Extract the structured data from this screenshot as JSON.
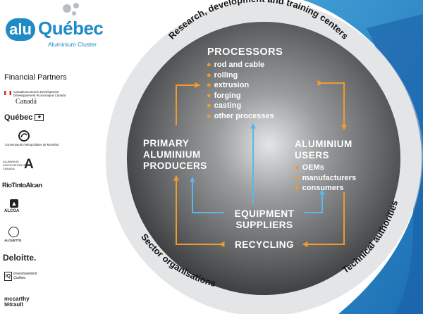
{
  "logo": {
    "mark": "alu",
    "name": "Québec",
    "subtitle": "Aluminium Cluster"
  },
  "partners": {
    "title": "Financial Partners",
    "logos": [
      {
        "text": "Canada Economic Development  Développement économique Canada",
        "icon": "canada-flag-icon"
      },
      {
        "text": "Canadä",
        "icon": ""
      },
      {
        "text": "Québec",
        "icon": "quebec-fleur-de-lis-icon"
      },
      {
        "text": "Communauté métropolitaine de Montréal",
        "icon": "cmm-swirl-icon"
      },
      {
        "text": "ALUMINIUM ASSOCIATION OF CANADA",
        "icon": "aac-a-icon"
      },
      {
        "text": "RioTintoAlcan",
        "icon": ""
      },
      {
        "text": "ALCOA",
        "icon": "alcoa-mark-icon"
      },
      {
        "text": "ALOUETTE",
        "icon": "alouette-mark-icon"
      },
      {
        "text": "Deloitte.",
        "icon": ""
      },
      {
        "text": "Investissement Québec",
        "icon": "iq-mark-icon"
      },
      {
        "text": "mccarthy tétrault",
        "icon": ""
      }
    ]
  },
  "ring": {
    "top": "Research, development and training centers",
    "left": "Sector organisations",
    "right": "Technical authorities"
  },
  "nodes": {
    "processors": {
      "title": "PROCESSORS",
      "items": [
        "rod and cable",
        "rolling",
        "extrusion",
        "forging",
        "casting",
        "other processes"
      ]
    },
    "primary": {
      "title_lines": [
        "PRIMARY",
        "ALUMINIUM",
        "PRODUCERS"
      ]
    },
    "users": {
      "title_lines": [
        "ALUMINIUM",
        "USERS"
      ],
      "items": [
        "OEMs",
        "manufacturers",
        "consumers"
      ]
    },
    "equipment": {
      "title_lines": [
        "EQUIPMENT",
        "SUPPLIERS"
      ]
    },
    "recycling": {
      "title": "RECYCLING"
    }
  },
  "colors": {
    "accent_blue": "#1e8bc6",
    "orange": "#f39a2b",
    "light_blue": "#5cb8e6",
    "ring": "#e3e5e7",
    "disc": "#5f6163"
  }
}
